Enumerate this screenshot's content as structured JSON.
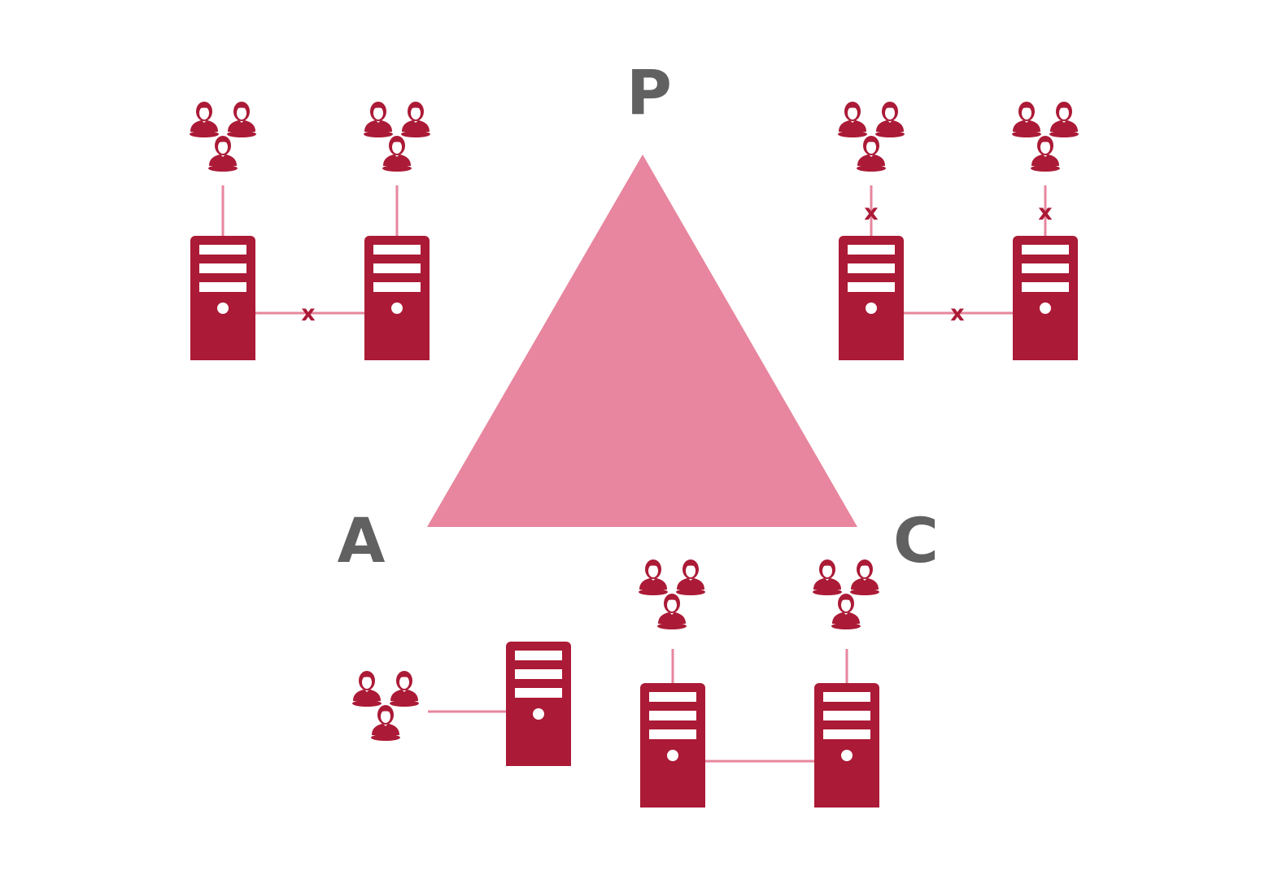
{
  "colors": {
    "background": "#ffffff",
    "server": "#ab1a36",
    "server_detail": "#ffffff",
    "triangle": "#e7869e",
    "link": "#e7869e",
    "label": "#616161",
    "cross": "#ab1a36"
  },
  "icons": {
    "server": "server-tower-icon",
    "users": "user-group-icon"
  },
  "labels": {
    "p": "P",
    "a": "A",
    "c": "C"
  },
  "cross_mark": "x"
}
